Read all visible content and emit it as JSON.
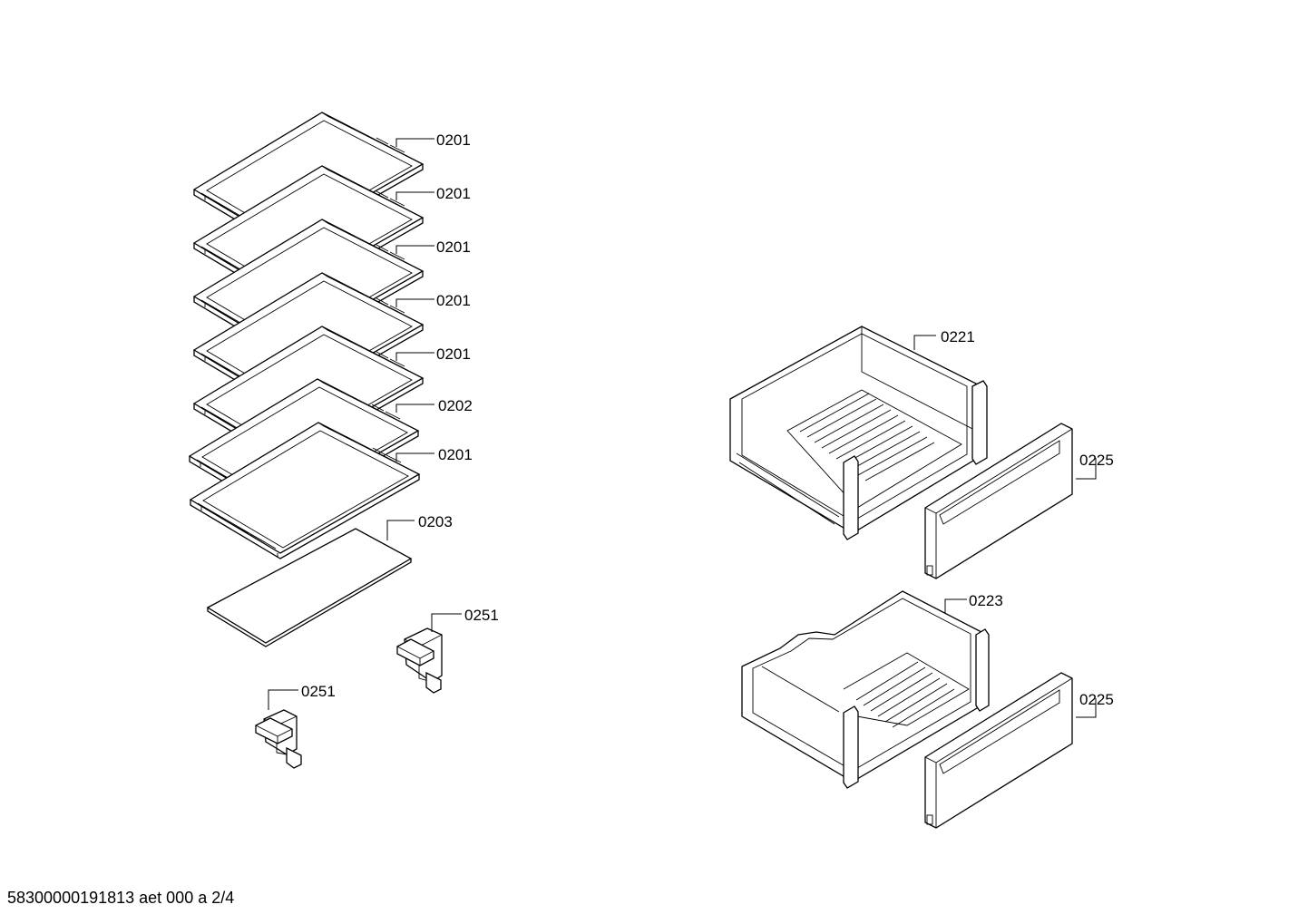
{
  "footer": {
    "doc_id": "58300000191813 aet 000 a 2/4"
  },
  "callouts": {
    "shelf_1": "0201",
    "shelf_2": "0201",
    "shelf_3": "0201",
    "shelf_4": "0201",
    "shelf_5": "0201",
    "shelf_6": "0202",
    "shelf_7": "0201",
    "glass_plate": "0203",
    "bracket_right": "0251",
    "bracket_left": "0251",
    "drawer_upper": "0221",
    "front_upper": "0225",
    "drawer_lower": "0223",
    "front_lower": "0225"
  }
}
